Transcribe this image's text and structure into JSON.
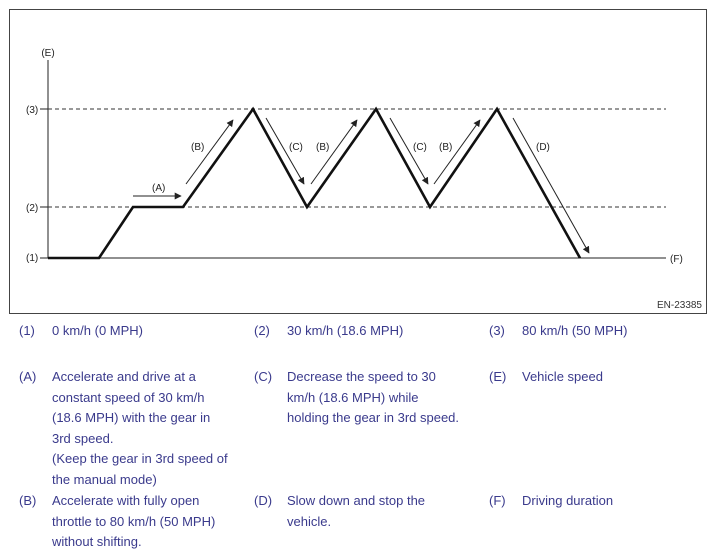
{
  "figure": {
    "id": "EN-23385",
    "axis_labels": {
      "y": "(E)",
      "x": "(F)"
    },
    "levels": [
      "(1)",
      "(2)",
      "(3)"
    ],
    "arrow_labels": [
      "(A)",
      "(B)",
      "(C)",
      "(B)",
      "(C)",
      "(B)",
      "(D)"
    ]
  },
  "legend": [
    {
      "code": "(1)",
      "text": "0 km/h (0 MPH)"
    },
    {
      "code": "(2)",
      "text": "30 km/h (18.6 MPH)"
    },
    {
      "code": "(3)",
      "text": "80 km/h (50 MPH)"
    },
    {
      "code": "(A)",
      "text": "Accelerate and drive at a\nconstant speed of 30 km/h\n(18.6 MPH) with the gear in\n3rd speed.\n(Keep the gear in 3rd speed of\nthe manual mode)"
    },
    {
      "code": "(C)",
      "text": "Decrease the speed to 30\nkm/h (18.6 MPH) while\nholding the gear in 3rd speed."
    },
    {
      "code": "(E)",
      "text": "Vehicle speed"
    },
    {
      "code": "(B)",
      "text": "Accelerate with fully open\nthrottle to 80 km/h (50 MPH)\nwithout shifting."
    },
    {
      "code": "(D)",
      "text": "Slow down and stop the\nvehicle."
    },
    {
      "code": "(F)",
      "text": "Driving duration"
    }
  ]
}
